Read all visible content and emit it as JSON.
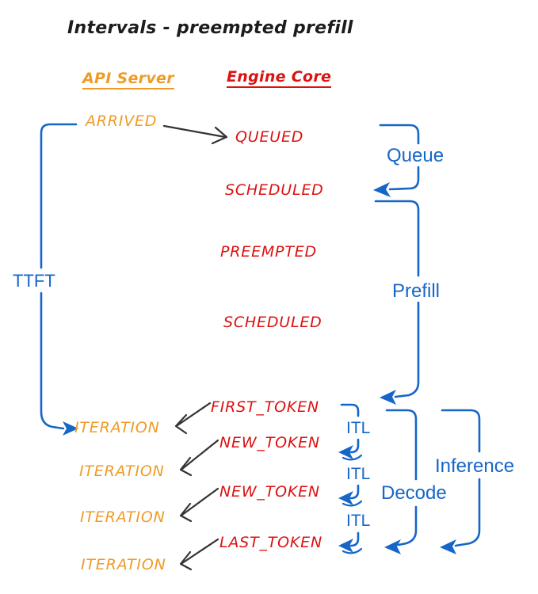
{
  "title": "Intervals - preempted prefill",
  "columns": {
    "api_server": "API Server",
    "engine_core": "Engine Core"
  },
  "api_events": [
    {
      "label": "ARRIVED"
    },
    {
      "label": "ITERATION"
    },
    {
      "label": "ITERATION"
    },
    {
      "label": "ITERATION"
    },
    {
      "label": "ITERATION"
    }
  ],
  "engine_events": [
    {
      "label": "QUEUED"
    },
    {
      "label": "SCHEDULED"
    },
    {
      "label": "PREEMPTED"
    },
    {
      "label": "SCHEDULED"
    },
    {
      "label": "FIRST_TOKEN"
    },
    {
      "label": "NEW_TOKEN"
    },
    {
      "label": "NEW_TOKEN"
    },
    {
      "label": "LAST_TOKEN"
    }
  ],
  "intervals": {
    "ttft": "TTFT",
    "queue": "Queue",
    "prefill": "Prefill",
    "itl": [
      {
        "label": "ITL"
      },
      {
        "label": "ITL"
      },
      {
        "label": "ITL"
      }
    ],
    "decode": "Decode",
    "inference": "Inference"
  },
  "colors": {
    "api_server_text": "#F09B28",
    "engine_core_text": "#DC1111",
    "interval_blue": "#1666C8",
    "arrow_black": "#333333",
    "background": "#FFFFFF"
  }
}
